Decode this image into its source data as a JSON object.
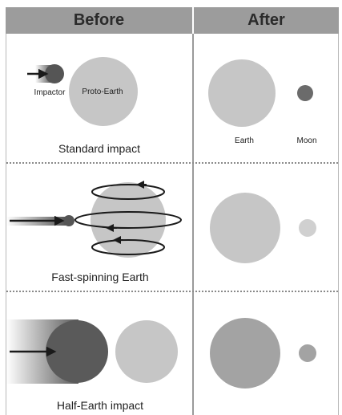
{
  "headers": {
    "before": "Before",
    "after": "After"
  },
  "rows": [
    {
      "caption": "Standard impact",
      "before_labels": {
        "impactor": "Impactor",
        "proto_earth": "Proto-Earth"
      },
      "after_labels": {
        "earth": "Earth",
        "moon": "Moon"
      }
    },
    {
      "caption": "Fast-spinning Earth"
    },
    {
      "caption": "Half-Earth impact"
    }
  ],
  "colors": {
    "header_bg": "#9c9c9c",
    "light_gray": "#c6c6c6",
    "dark_gray": "#6b6b6b",
    "medium_gray": "#a3a3a3",
    "arrow": "#1a1a1a"
  }
}
